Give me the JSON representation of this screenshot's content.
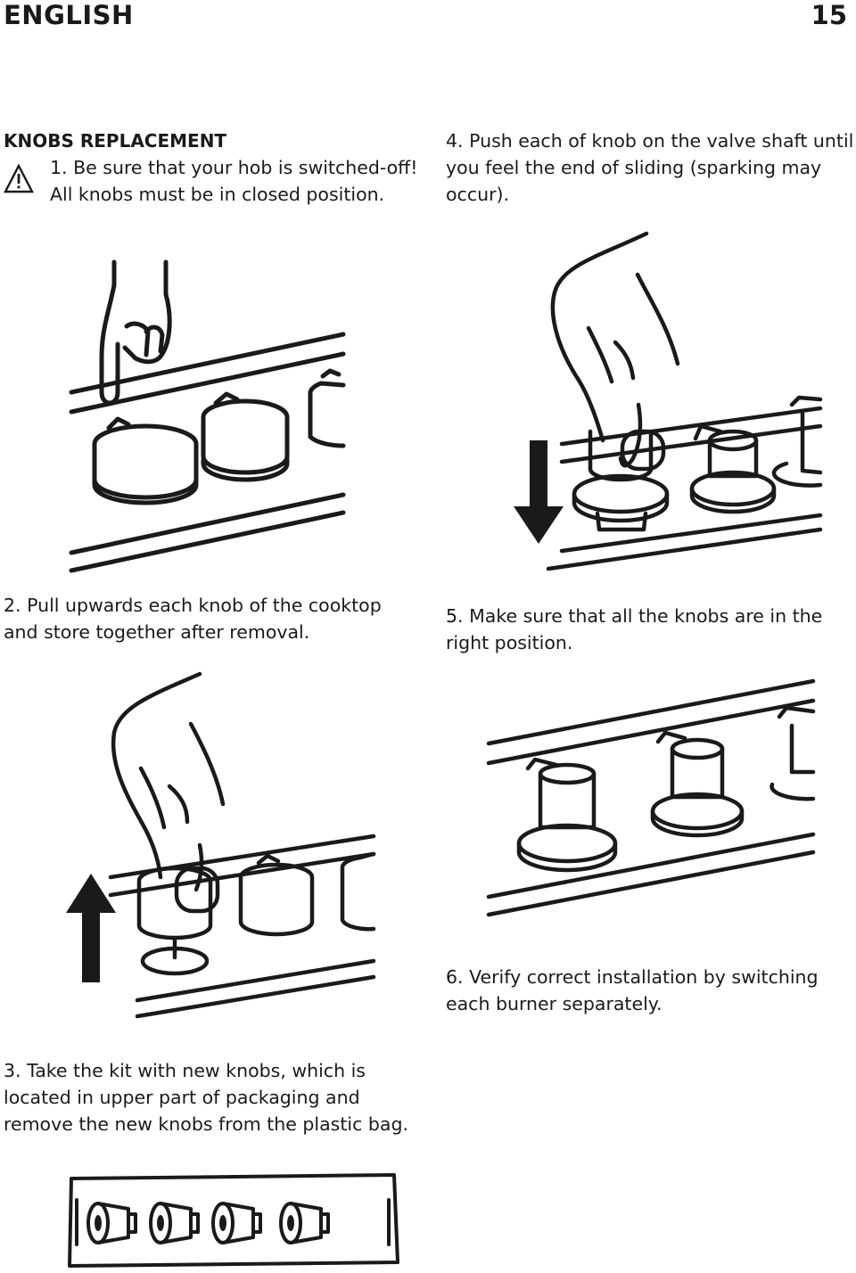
{
  "header": {
    "language": "ENGLISH",
    "page_number": "15"
  },
  "section": {
    "title": "KNOBS REPLACEMENT"
  },
  "warning": {
    "icon": "warning-triangle-icon"
  },
  "steps": [
    {
      "lines": [
        "1. Be sure that your hob is switched-off!",
        "All knobs must be in closed position."
      ]
    },
    {
      "lines": [
        "2. Pull upwards each knob of the cooktop",
        "and store together after removal."
      ]
    },
    {
      "lines": [
        "3. Take the kit with new knobs, which is",
        "located in upper part of packaging and",
        "remove the new knobs from the plastic bag."
      ]
    },
    {
      "lines": [
        "4. Push each of knob on the valve shaft until",
        "you feel the end of sliding (sparking may",
        "occur)."
      ]
    },
    {
      "lines": [
        "5. Make sure that all the knobs are in the",
        "right position."
      ]
    },
    {
      "lines": [
        "6. Verify correct installation by switching",
        "each burner separately."
      ]
    }
  ]
}
